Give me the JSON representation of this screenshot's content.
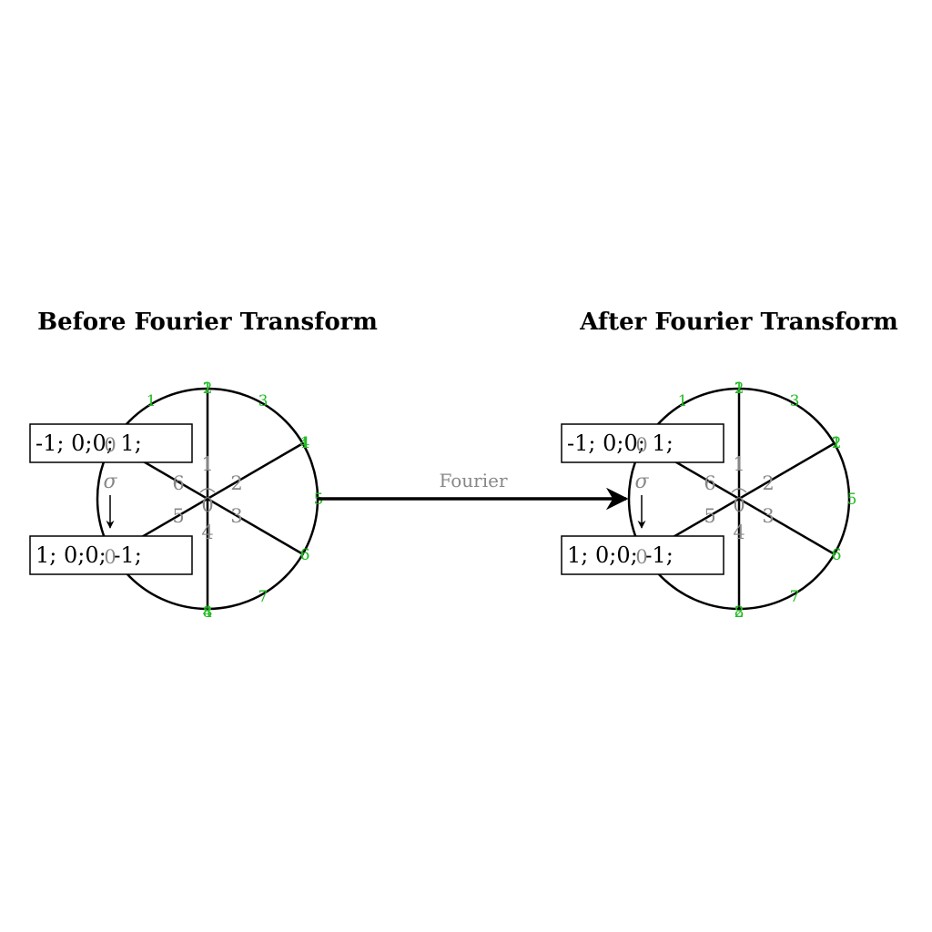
{
  "panels": [
    {
      "title": "Before Fourier Transform",
      "box_top": "-1;  0;0;  1;",
      "box_bottom": "1;  0;0;  -1;",
      "sigma": "σ",
      "rim_labels": [
        "1",
        "2",
        "3",
        "4",
        "5",
        "6",
        "7",
        "8"
      ],
      "rim_labels_overlap": [
        "1",
        "1",
        "6",
        "4"
      ],
      "center_labels": [
        "1",
        "2",
        "3",
        "4",
        "5",
        "6",
        "0",
        "0",
        "0"
      ]
    },
    {
      "title": "After Fourier Transform",
      "box_top": "-1;  0;0;  1;",
      "box_bottom": "1;  0;0;  -1;",
      "sigma": "σ",
      "rim_labels": [
        "1",
        "2",
        "3",
        "2",
        "5",
        "6",
        "7",
        "8"
      ],
      "rim_labels_overlap": [
        "1",
        "1",
        "6",
        "2"
      ],
      "center_labels": [
        "1",
        "2",
        "3",
        "4",
        "5",
        "6",
        "0",
        "0",
        "0"
      ]
    }
  ],
  "arrow": {
    "label": "Fourier"
  }
}
